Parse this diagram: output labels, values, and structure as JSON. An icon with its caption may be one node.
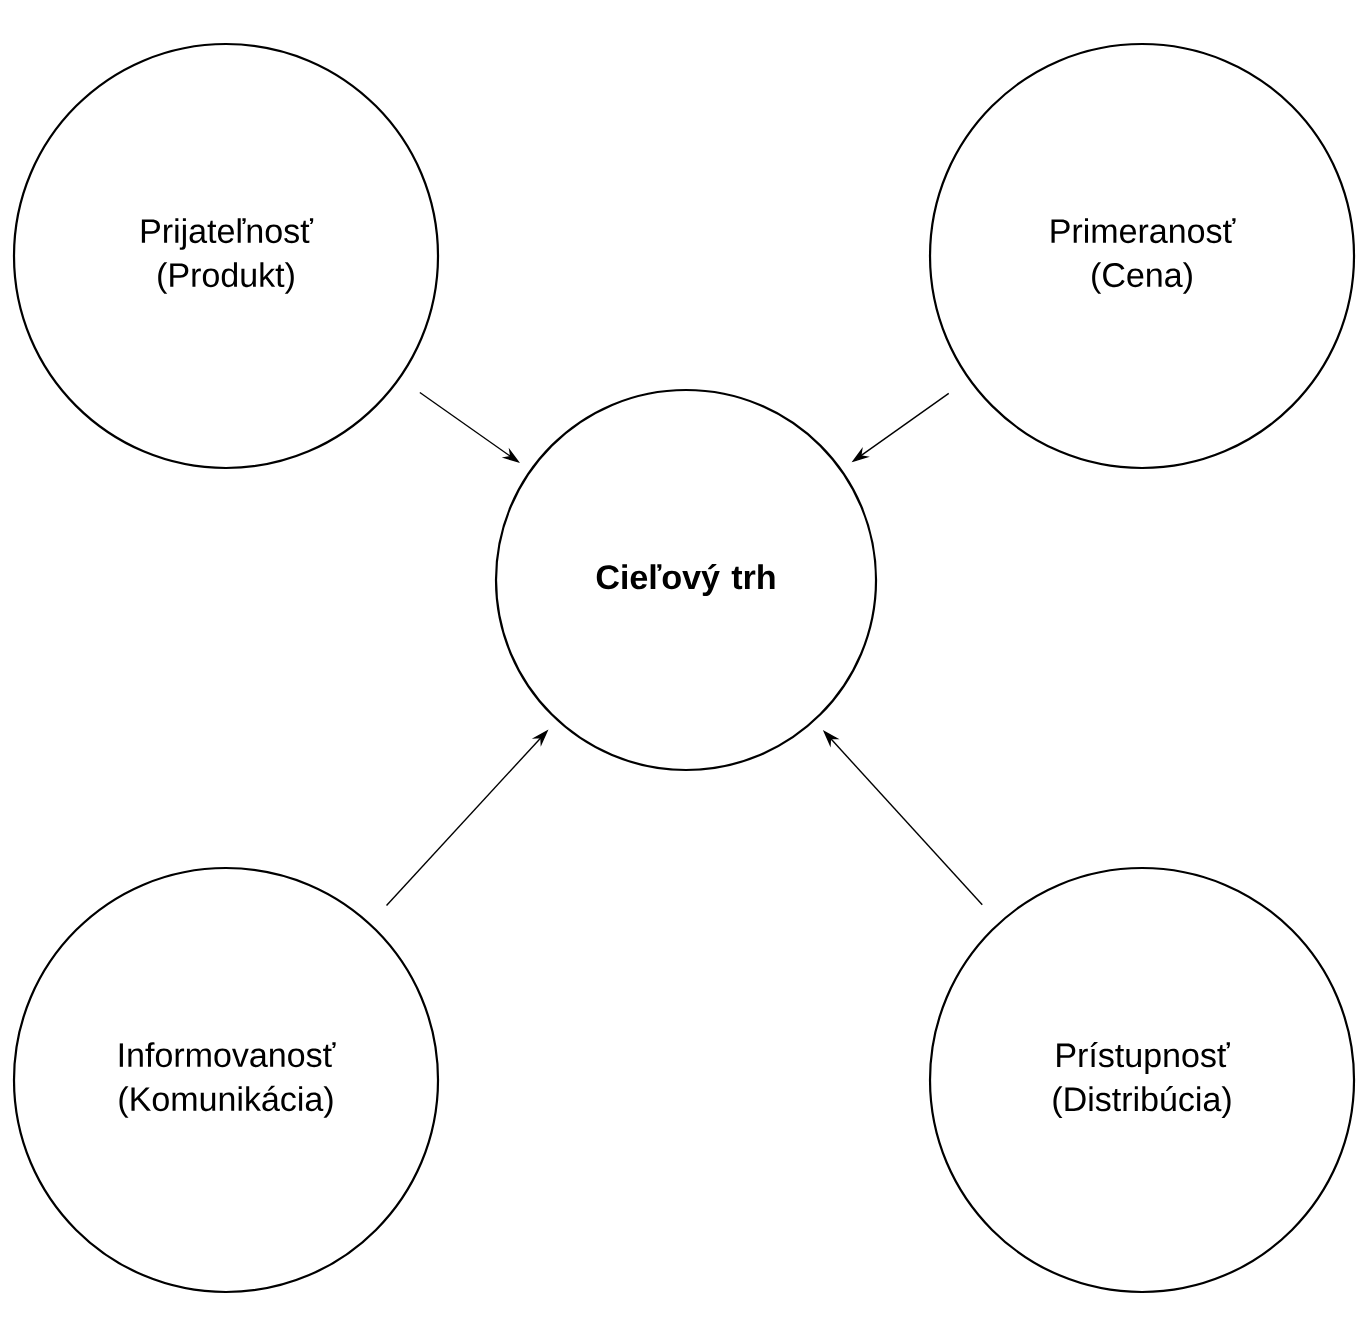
{
  "diagram": {
    "nodes": [
      {
        "text": [
          "Prijateľnosť (Produkt)"
        ]
      },
      {
        "text": [
          "Primeranosť (Cena)"
        ]
      },
      {
        "text": [
          "**Cieľový trh**"
        ]
      },
      {
        "text": [
          "Informovanosť (Komunikácia)"
        ]
      },
      {
        "text": [
          "Prístupnosť (Distribúcia)"
        ]
      }
    ],
    "edges": [
      {
        "from": 0,
        "to": 2,
        "arrow": "to"
      },
      {
        "from": 1,
        "to": 2,
        "arrow": "to"
      },
      {
        "from": 3,
        "to": 2,
        "arrow": "to"
      },
      {
        "from": 4,
        "to": 2,
        "arrow": "to"
      }
    ]
  }
}
